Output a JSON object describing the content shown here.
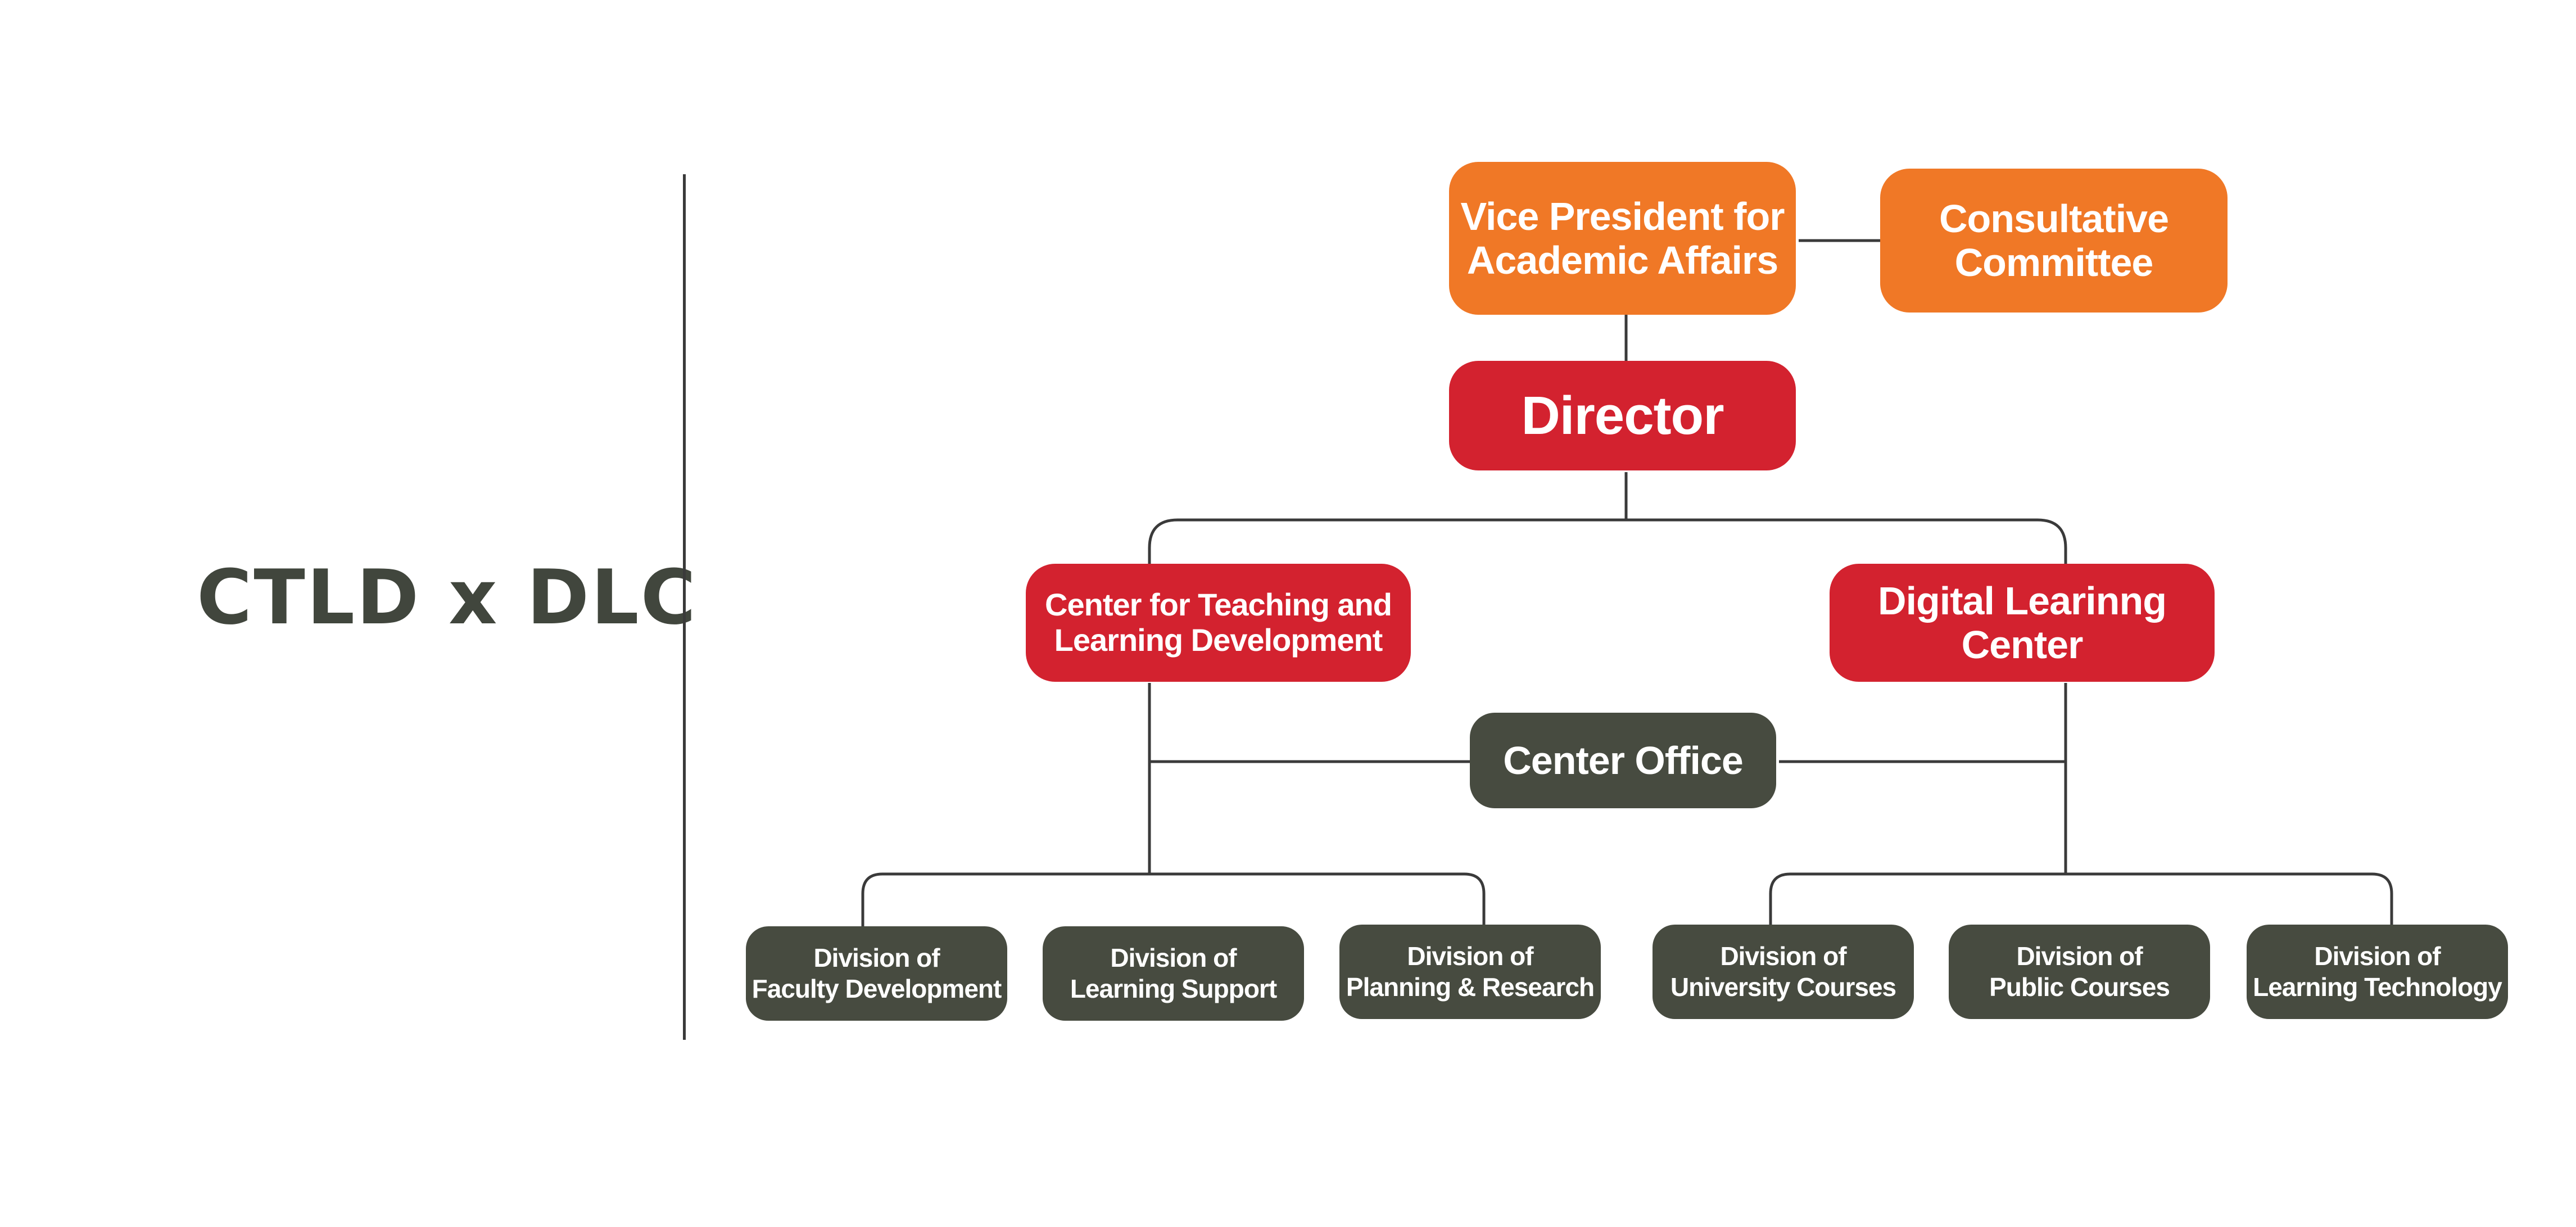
{
  "header": {
    "title": "CTLD x DLC"
  },
  "colors": {
    "orange": "#f07826",
    "red": "#d3222f",
    "dark": "#474b40",
    "line": "#3a3a3a"
  },
  "nodes": {
    "vp": "Vice President for\nAcademic Affairs",
    "committee": "Consultative\nCommittee",
    "director": "Director",
    "ctld": "Center for Teaching and\nLearning Development",
    "dlc": "Digital Learinng\nCenter",
    "office": "Center Office",
    "div_faculty": "Division of\nFaculty Development",
    "div_support": "Division of\nLearning Support",
    "div_planning": "Division of\nPlanning & Research",
    "div_university": "Division of\nUniversity Courses",
    "div_public": "Division of\nPublic Courses",
    "div_tech": "Division of\nLearning Technology"
  }
}
